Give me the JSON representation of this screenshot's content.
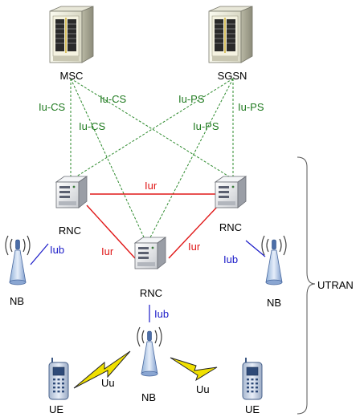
{
  "nodes": {
    "msc": "MSC",
    "sgsn": "SGSN",
    "rnc_left": "RNC",
    "rnc_right": "RNC",
    "rnc_center": "RNC",
    "nb_left": "NB",
    "nb_right": "NB",
    "nb_bottom": "NB",
    "ue_left": "UE",
    "ue_right": "UE"
  },
  "interfaces": {
    "iu_cs_1": "Iu-CS",
    "iu_cs_2": "Iu-CS",
    "iu_cs_3": "Iu-CS",
    "iu_ps_1": "Iu-PS",
    "iu_ps_2": "Iu-PS",
    "iu_ps_3": "Iu-PS",
    "iur_top": "Iur",
    "iur_left": "Iur",
    "iur_right": "Iur",
    "iub_left": "Iub",
    "iub_right": "Iub",
    "iub_center": "Iub",
    "uu_left": "Uu",
    "uu_right": "Uu"
  },
  "group": {
    "utran": "UTRAN"
  },
  "colors": {
    "iu_link": "#2e8b2e",
    "iu_text": "#1f7a1f",
    "iur_link": "#e01818",
    "iub_link": "#1a1ac8",
    "uu_bolt": "#f0e000"
  }
}
